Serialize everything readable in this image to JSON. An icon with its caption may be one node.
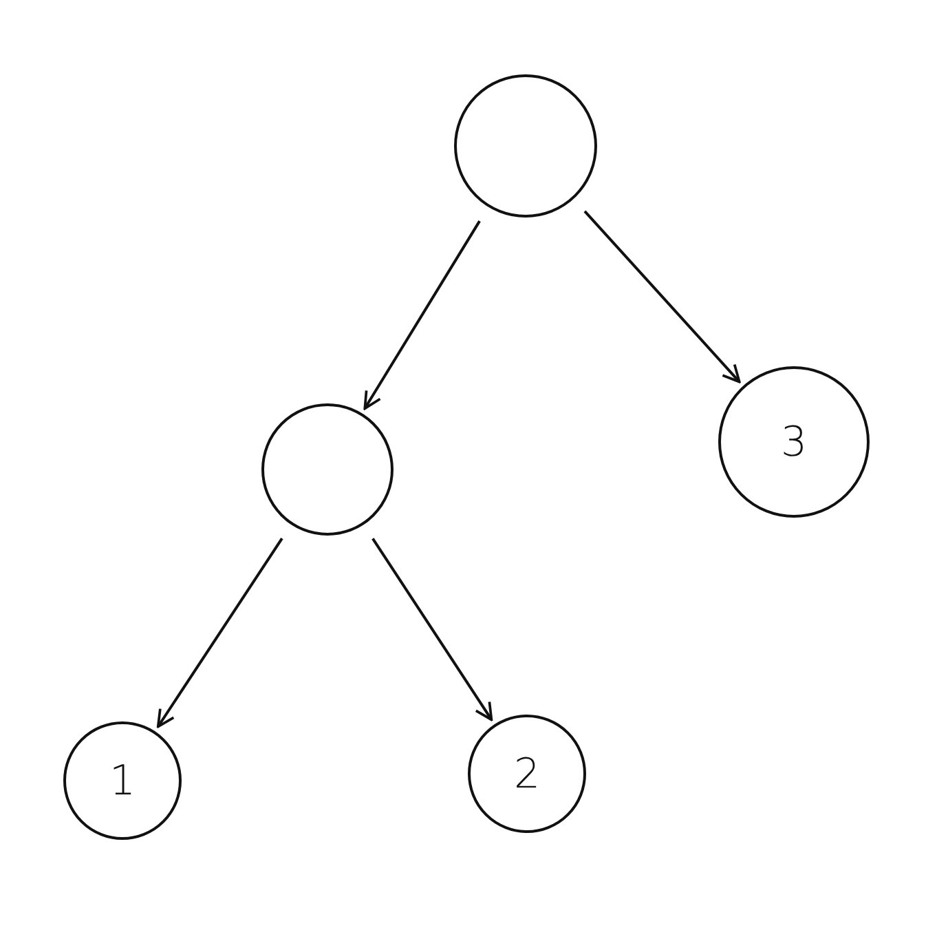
{
  "diagram": {
    "nodes": [
      {
        "text": [],
        "shape": "circle"
      },
      {
        "text": [],
        "shape": "circle"
      },
      {
        "text": [
          "3"
        ]
      },
      {
        "text": [
          "1"
        ]
      },
      {
        "text": [
          "2"
        ]
      }
    ],
    "edges": [
      {
        "from": 0,
        "to": 1,
        "arrow": "to"
      },
      {
        "from": 0,
        "to": 2,
        "arrow": "to"
      },
      {
        "from": 1,
        "to": 3,
        "arrow": "to"
      },
      {
        "from": 1,
        "to": 4,
        "arrow": "to"
      }
    ]
  }
}
